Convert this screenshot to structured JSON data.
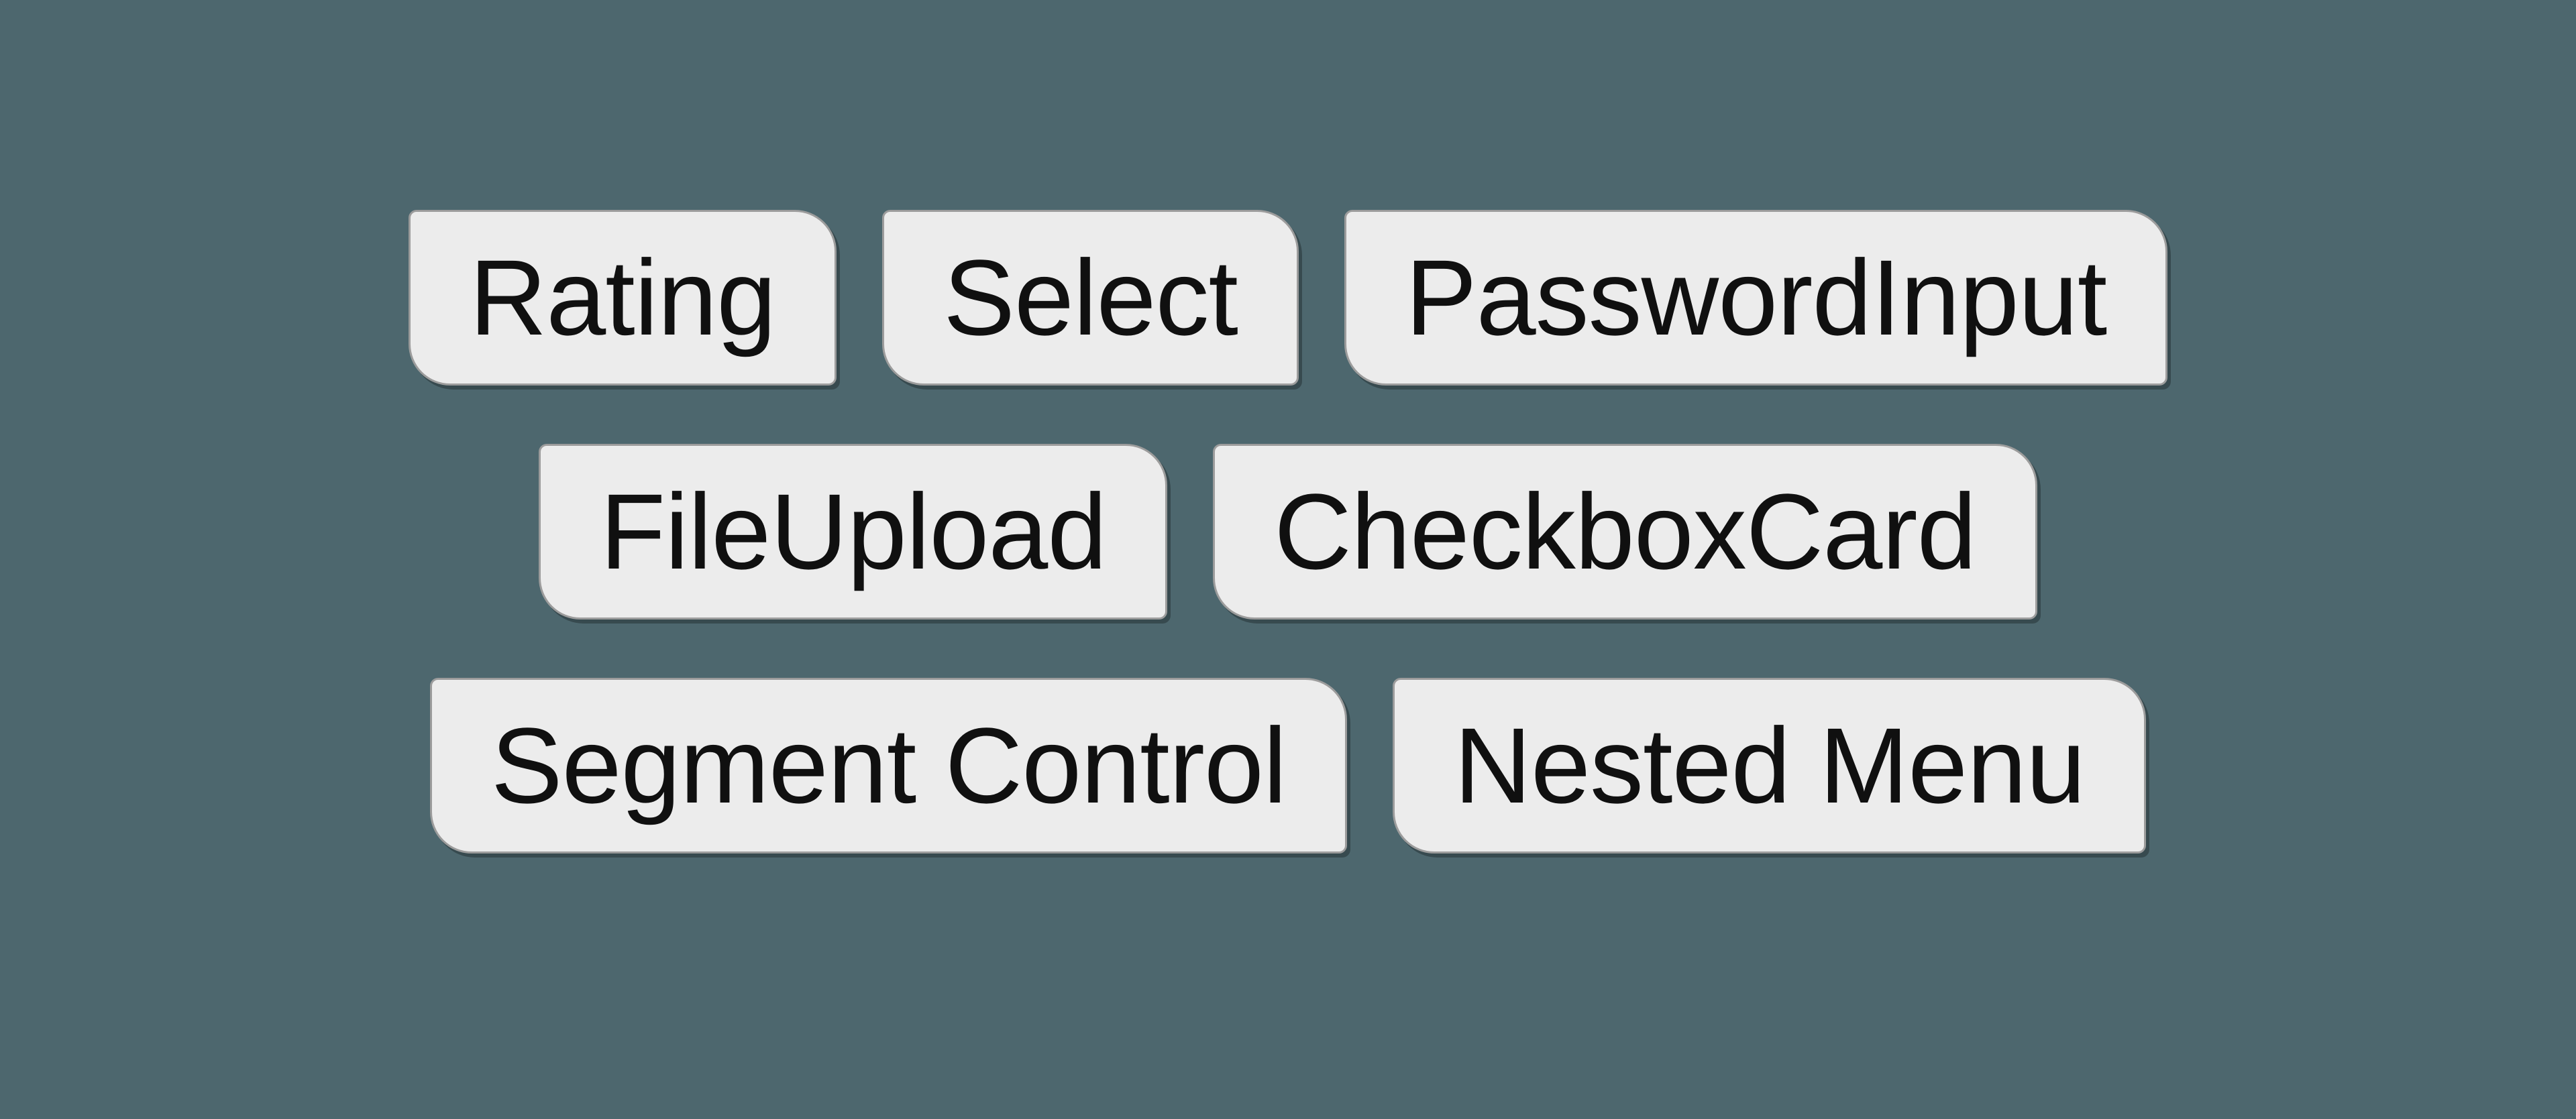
{
  "colors": {
    "background": "#4d676e",
    "chip_bg": "#ececec",
    "chip_border": "#9c9c9c",
    "chip_text": "#101010"
  },
  "rows": [
    [
      "Rating",
      "Select",
      "PasswordInput"
    ],
    [
      "FileUpload",
      "CheckboxCard"
    ],
    [
      "Segment Control",
      "Nested Menu"
    ]
  ]
}
